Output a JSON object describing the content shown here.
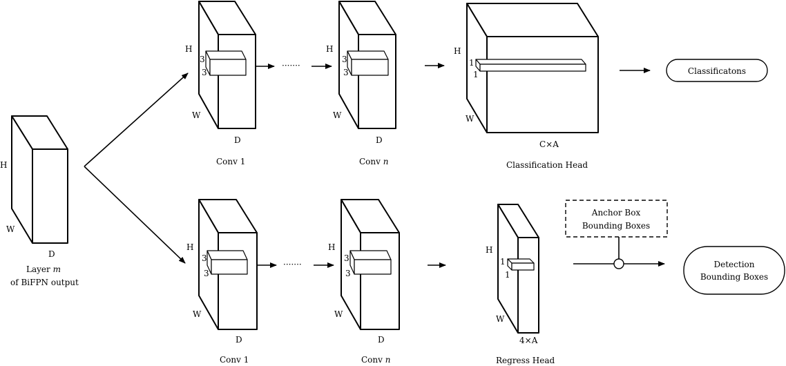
{
  "labels": {
    "h": "H",
    "w": "W",
    "d": "D",
    "three": "3",
    "one": "1",
    "dots": "·······",
    "ca": "C×A",
    "fa": "4×A"
  },
  "input": {
    "line1": "Layer ",
    "layer_var": "m",
    "line2": "of BiFPN output"
  },
  "top": {
    "conv1": "Conv 1",
    "convn_prefix": "Conv ",
    "convn_var": "n",
    "head": "Classification Head",
    "output": "Classificatons"
  },
  "bottom": {
    "conv1": "Conv 1",
    "convn_prefix": "Conv ",
    "convn_var": "n",
    "head": "Regress Head",
    "anchor_line1": "Anchor Box",
    "anchor_line2": "Bounding Boxes",
    "output_line1": "Detection",
    "output_line2": "Bounding Boxes"
  }
}
